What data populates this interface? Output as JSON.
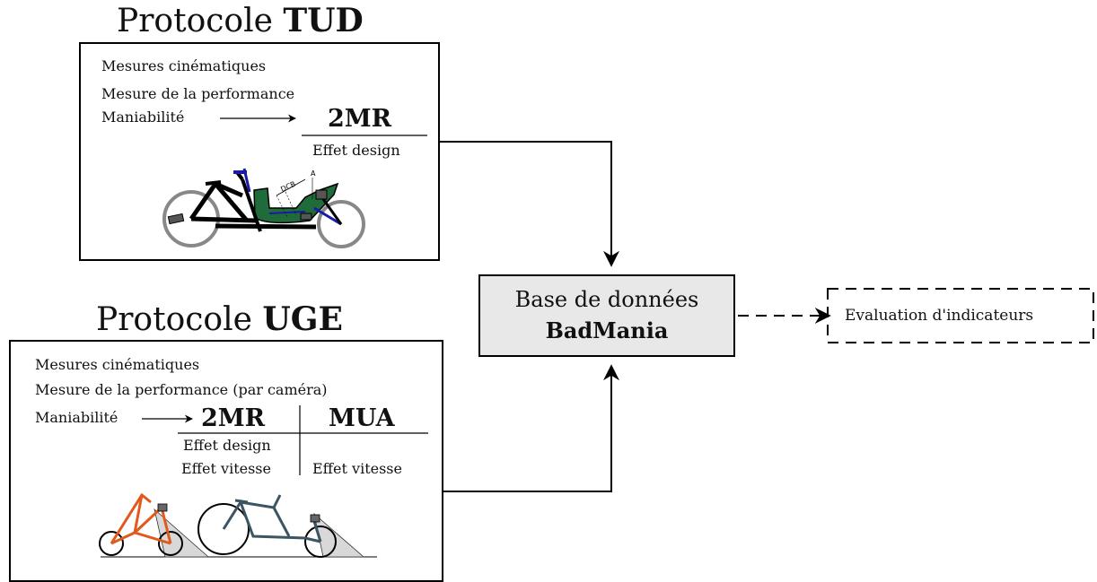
{
  "tud": {
    "title_prefix": "Protocole",
    "title_bold": "TUD",
    "line1": "Mesures cinématiques",
    "line2": "Mesure de la performance",
    "maniabilite": "Maniabilité",
    "metric": "2MR",
    "effect1": "Effet design",
    "bike_label_dcb": "DCB",
    "bike_label_a": "A"
  },
  "uge": {
    "title_prefix": "Protocole",
    "title_bold": "UGE",
    "line1": "Mesures cinématiques",
    "line2": "Mesure de la performance (par caméra)",
    "maniabilite": "Maniabilité",
    "metric1": "2MR",
    "metric2": "MUA",
    "m1_effect1": "Effet design",
    "m1_effect2": "Effet vitesse",
    "m2_effect1": "Effet vitesse"
  },
  "database": {
    "label": "Base de données",
    "name": "BadMania"
  },
  "output": {
    "label": "Evaluation d'indicateurs"
  },
  "colors": {
    "cargo_green": "#1f6b3a",
    "accent_blue": "#1a1aa8",
    "bike_orange": "#e05a1e",
    "bike_slate": "#3b5563",
    "db_fill": "#e8e8e8"
  }
}
